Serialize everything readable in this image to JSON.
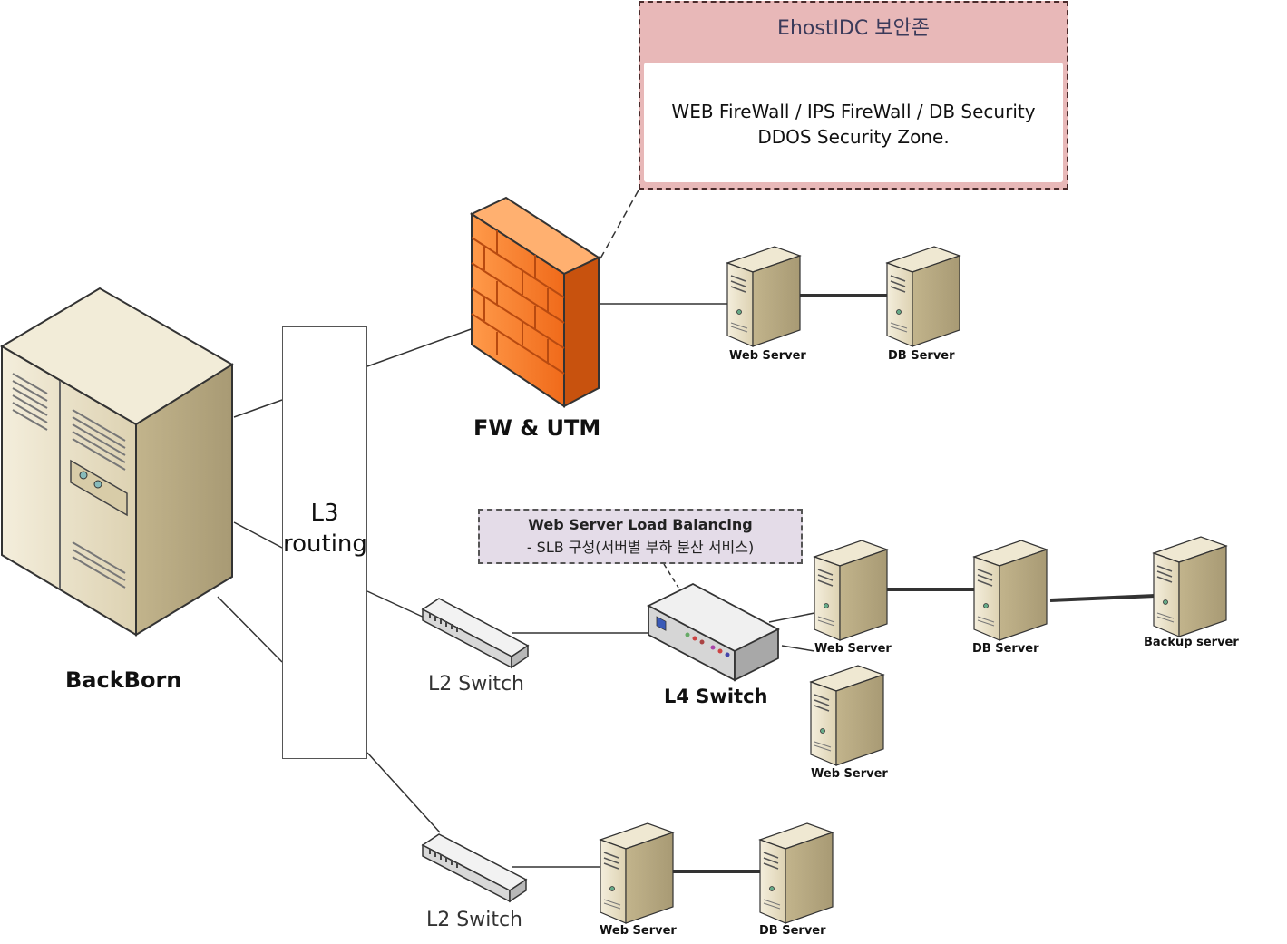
{
  "security_zone": {
    "title": "EhostIDC 보안존",
    "line1": "WEB FireWall / IPS FireWall / DB Security",
    "line2": "DDOS Security Zone."
  },
  "backbone": {
    "label": "BackBorn"
  },
  "l3": {
    "line1": "L3",
    "line2": "routing"
  },
  "firewall": {
    "label": "FW & UTM",
    "color": "#f07a2a"
  },
  "slb": {
    "title": "Web Server Load Balancing",
    "subtitle": "- SLB 구성(서버별 부하 분산 서비스)"
  },
  "switches": {
    "l2_top": "L2 Switch",
    "l2_bottom": "L2 Switch",
    "l4": "L4 Switch"
  },
  "servers": {
    "fw_web": "Web Server",
    "fw_db": "DB Server",
    "lb_web1": "Web Server",
    "lb_db": "DB Server",
    "lb_backup": "Backup server",
    "lb_web2": "Web Server",
    "l2_web": "Web Server",
    "l2_db": "DB Server"
  },
  "colors": {
    "server_body": "#e6dcc0",
    "server_side": "#c9bc98",
    "line": "#333333"
  }
}
